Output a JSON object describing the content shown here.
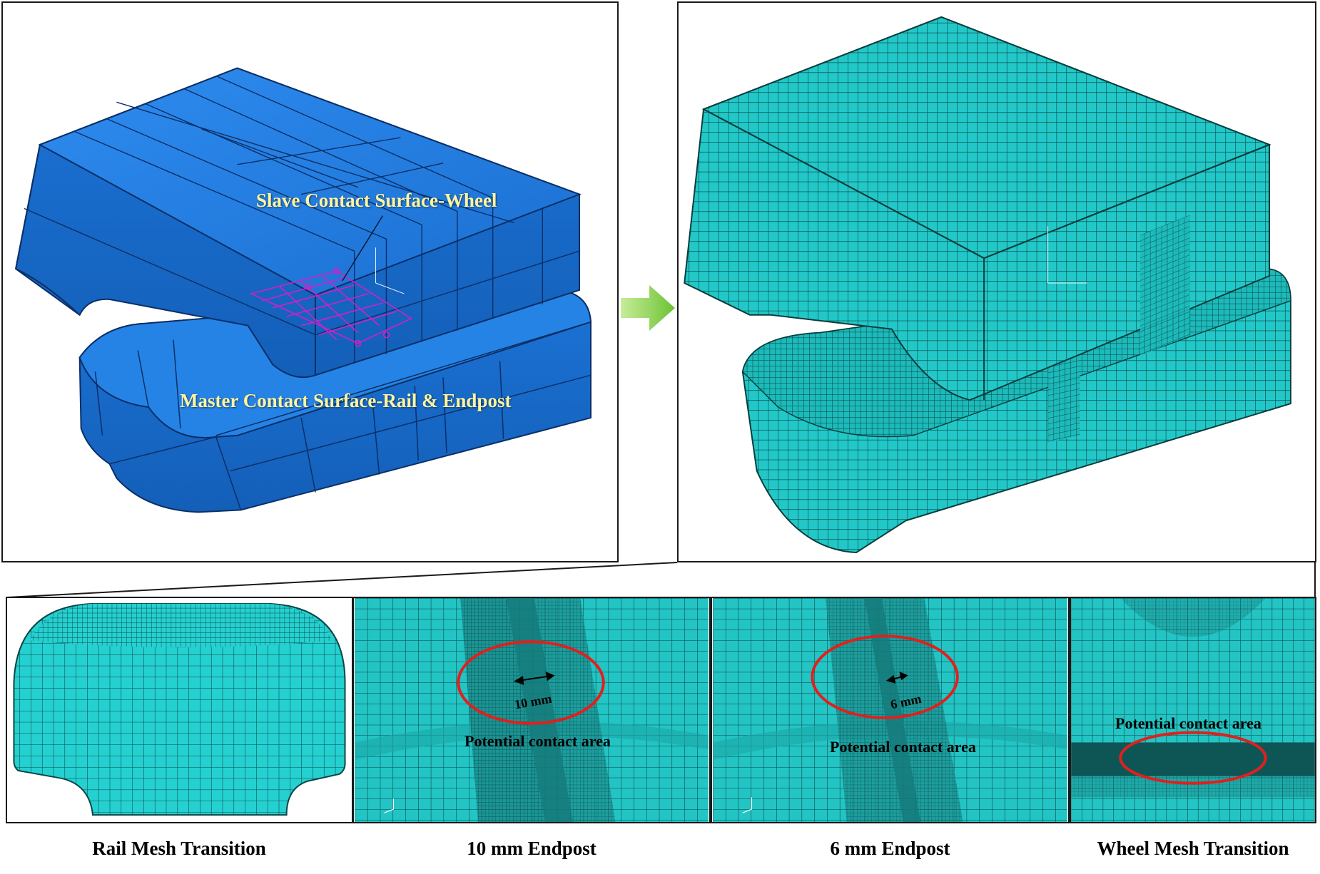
{
  "top_left_panel": {
    "slave_label": "Slave Contact Surface-Wheel",
    "master_label": "Master Contact Surface-Rail & Endpost",
    "colors": {
      "solid": "#1e78d9",
      "edge": "#0b2f66",
      "contact_wire": "#d020c8"
    }
  },
  "top_right_panel": {
    "colors": {
      "mesh_fill": "#21c6c6",
      "mesh_line": "#0a3d3d"
    }
  },
  "arrow": {
    "icon": "right-arrow-icon",
    "color": "#86d04a"
  },
  "detail_panels": [
    {
      "caption": "Rail Mesh Transition"
    },
    {
      "caption": "10 mm Endpost",
      "dimension": "10 mm",
      "area_label": "Potential contact area"
    },
    {
      "caption": "6 mm Endpost",
      "dimension": "6 mm",
      "area_label": "Potential contact area"
    },
    {
      "caption": "Wheel Mesh Transition",
      "area_label": "Potential contact area"
    }
  ],
  "highlight_color": "#e0201c"
}
